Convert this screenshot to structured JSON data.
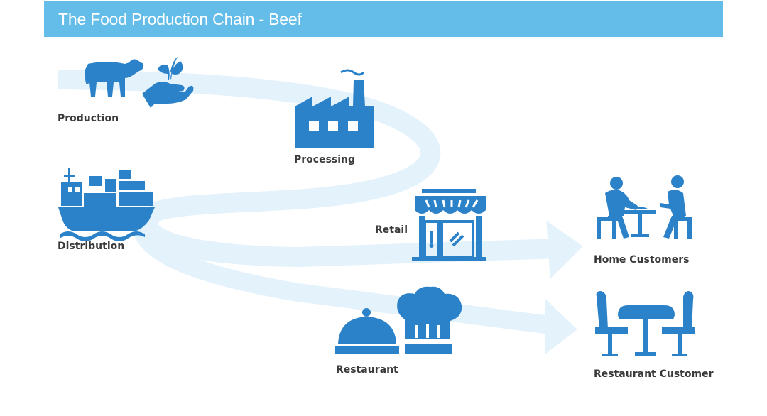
{
  "title": "The Food Production Chain - Beef",
  "colors": {
    "header": "#63bde8",
    "icon": "#2c82c9",
    "flow": "#e4f2fb",
    "label": "#3a3a3a"
  },
  "stages": {
    "production": "Production",
    "processing": "Processing",
    "distribution": "Distribution",
    "retail": "Retail",
    "home_customers": "Home Customers",
    "restaurant": "Restaurant",
    "restaurant_customer": "Restaurant Customer"
  }
}
